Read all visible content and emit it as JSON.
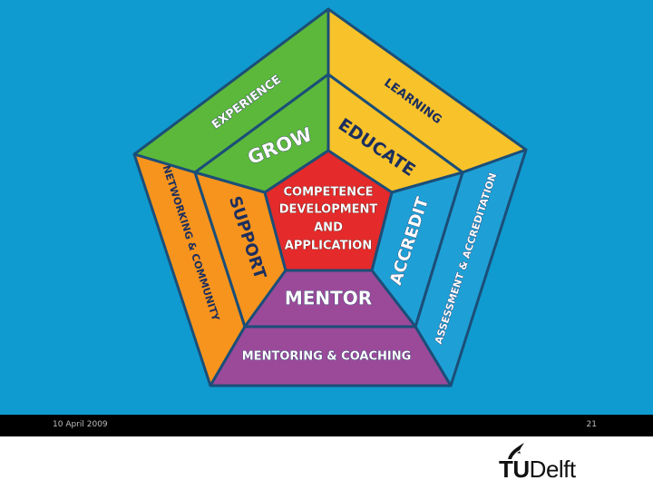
{
  "diagram": {
    "outer_ring": {
      "experience": "EXPERIENCE",
      "learning": "LEARNING",
      "networking": "NETWORKING & COMMUNITY",
      "assessment": "ASSESSMENT & ACCREDITATION",
      "mentoring": "MENTORING & COACHING"
    },
    "inner_ring": {
      "grow": "GROW",
      "educate": "EDUCATE",
      "support": "SUPPORT",
      "accredit": "ACCREDIT",
      "mentor": "MENTOR"
    },
    "core": {
      "line1": "COMPETENCE",
      "line2": "DEVELOPMENT",
      "line3": "AND",
      "line4": "APPLICATION"
    },
    "colors": {
      "background": "#0f9bd0",
      "green": "#5cb83a",
      "yellow": "#f8c22a",
      "orange": "#f7941d",
      "blue": "#1ea0d6",
      "purple": "#9b4a9a",
      "red": "#e42a2a"
    }
  },
  "footer": {
    "date": "10 April 2009",
    "page_number": "21"
  },
  "logo": {
    "tu": "TU",
    "delft": "Delft",
    "icon": "flame-icon"
  }
}
